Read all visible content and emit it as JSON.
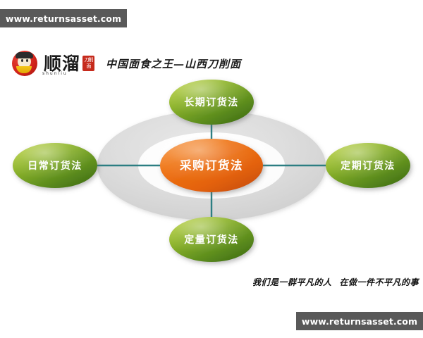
{
  "watermark": {
    "top_text": "www.returnsasset.com",
    "bottom_text": "www.returnsasset.com",
    "bar_color": "#595959"
  },
  "brand": {
    "name": "顺溜",
    "seal": "刀削面",
    "pinyin": "shunliu",
    "tagline": "中国面食之王—山西刀削面"
  },
  "diagram": {
    "type": "radial-hub-and-spoke",
    "center": {
      "label": "采购订货法",
      "color": "#ec6a13"
    },
    "leaf_color": "#5f8f1e",
    "connector_color": "#2c7e82",
    "nodes": [
      {
        "label": "长期订货法",
        "position": "top"
      },
      {
        "label": "定期订货法",
        "position": "right"
      },
      {
        "label": "定量订货法",
        "position": "bottom"
      },
      {
        "label": "日常订货法",
        "position": "left"
      }
    ]
  },
  "footer": {
    "note_left": "我们是一群平凡的人",
    "note_right": "在做一件不平凡的事"
  }
}
